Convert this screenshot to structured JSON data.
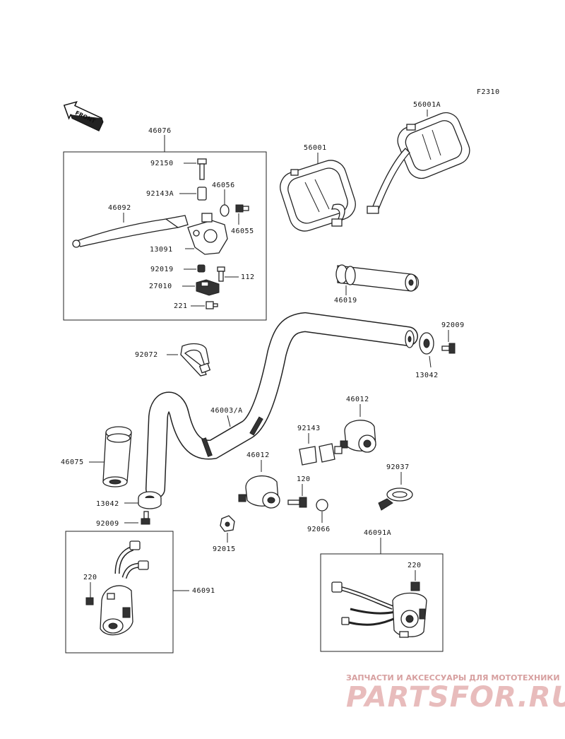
{
  "figure_code": "F2310",
  "front_label": "FRONT",
  "labels": {
    "p46076": "46076",
    "p92150": "92150",
    "p92143A": "92143A",
    "p46056": "46056",
    "p46092": "46092",
    "p46055": "46055",
    "p13091": "13091",
    "p92019": "92019",
    "p112": "112",
    "p27010": "27010",
    "p221": "221",
    "p56001": "56001",
    "p56001A": "56001A",
    "p46019": "46019",
    "p92009_top": "92009",
    "p13042_top": "13042",
    "p92072": "92072",
    "p46003A": "46003/A",
    "p46012_top": "46012",
    "p92143": "92143",
    "p46012_mid": "46012",
    "p46075": "46075",
    "p92037": "92037",
    "p120": "120",
    "p13042_bot": "13042",
    "p92009_bot": "92009",
    "p92066": "92066",
    "p92015": "92015",
    "p46091A": "46091A",
    "p220_left": "220",
    "p46091": "46091",
    "p220_right": "220"
  },
  "watermark": {
    "tagline": "ЗАПЧАСТИ И АКСЕССУАРЫ ДЛЯ МОТОТЕХНИКИ",
    "brand": "PARTSFOR.RU"
  }
}
